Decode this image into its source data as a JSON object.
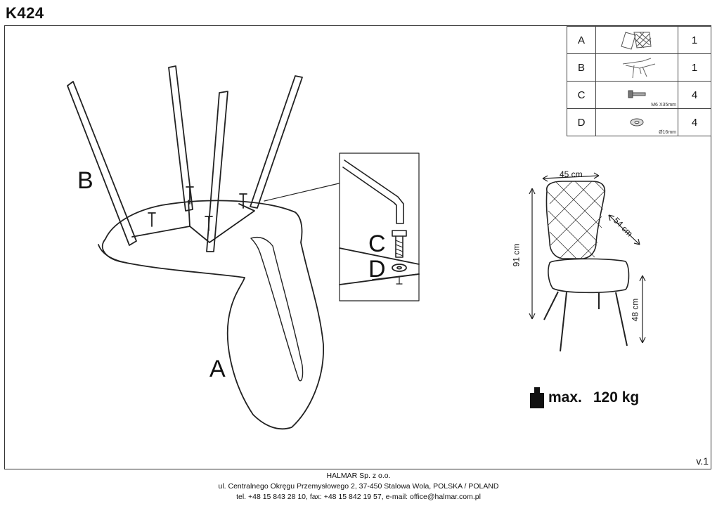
{
  "title": "K424",
  "version": "v.1",
  "parts": [
    {
      "letter": "A",
      "icon": "seat-shell-icon",
      "spec": "",
      "qty": "1"
    },
    {
      "letter": "B",
      "icon": "leg-frame-icon",
      "spec": "",
      "qty": "1"
    },
    {
      "letter": "C",
      "icon": "bolt-icon",
      "spec": "M6 X35mm",
      "qty": "4"
    },
    {
      "letter": "D",
      "icon": "washer-icon",
      "spec": "Ø16mm",
      "qty": "4"
    }
  ],
  "diagram_labels": {
    "a": "A",
    "b": "B",
    "c": "C",
    "d": "D"
  },
  "dimensions": {
    "width": "45 cm",
    "depth": "54 cm",
    "height": "91 cm",
    "seat_height": "48 cm"
  },
  "max_load": {
    "label": "max.",
    "value": "120 kg"
  },
  "footer": {
    "company": "HALMAR Sp. z o.o.",
    "address": "ul. Centralnego Okręgu Przemysłowego 2, 37-450 Stalowa Wola, POLSKA / POLAND",
    "contact": "tel. +48 15 843 28 10, fax: +48 15 842 19 57, e-mail: office@halmar.com.pl"
  }
}
